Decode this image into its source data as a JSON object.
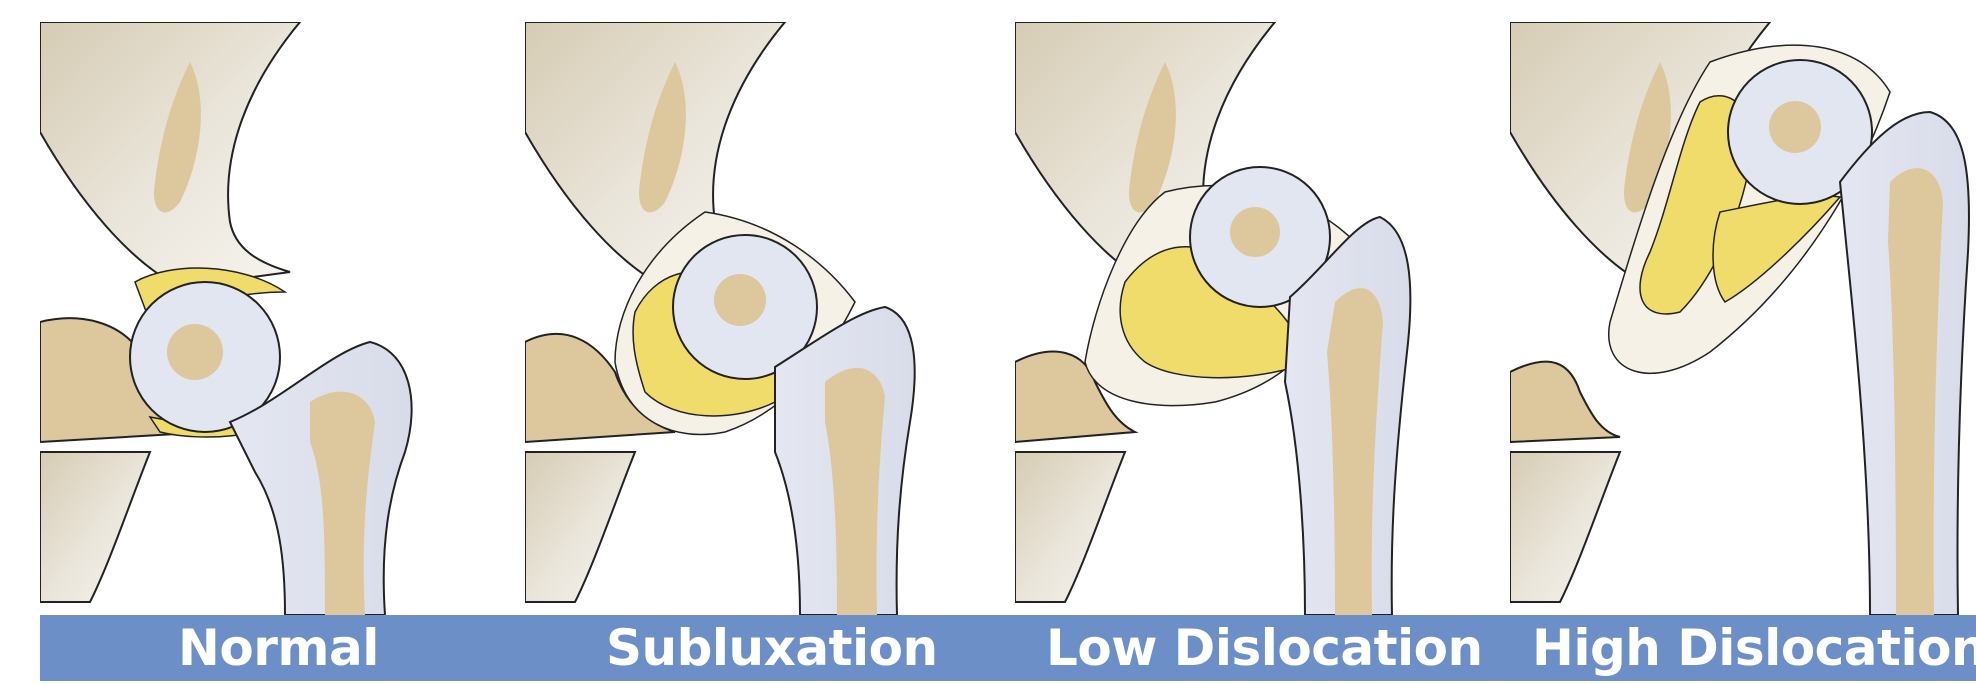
{
  "labels": {
    "normal": "Normal",
    "subluxation": "Subluxation",
    "low": "Low Dislocation",
    "high": "High Dislocation"
  },
  "colors": {
    "bone": "#e2e6f0",
    "pelvis": "#ddd5c4",
    "marrow": "#dcc89c",
    "cartilage": "#f0dc6a",
    "capsule": "#f6f1e6",
    "outline": "#222222",
    "label_bar": "#6d8fc8",
    "label_text": "#ffffff"
  }
}
